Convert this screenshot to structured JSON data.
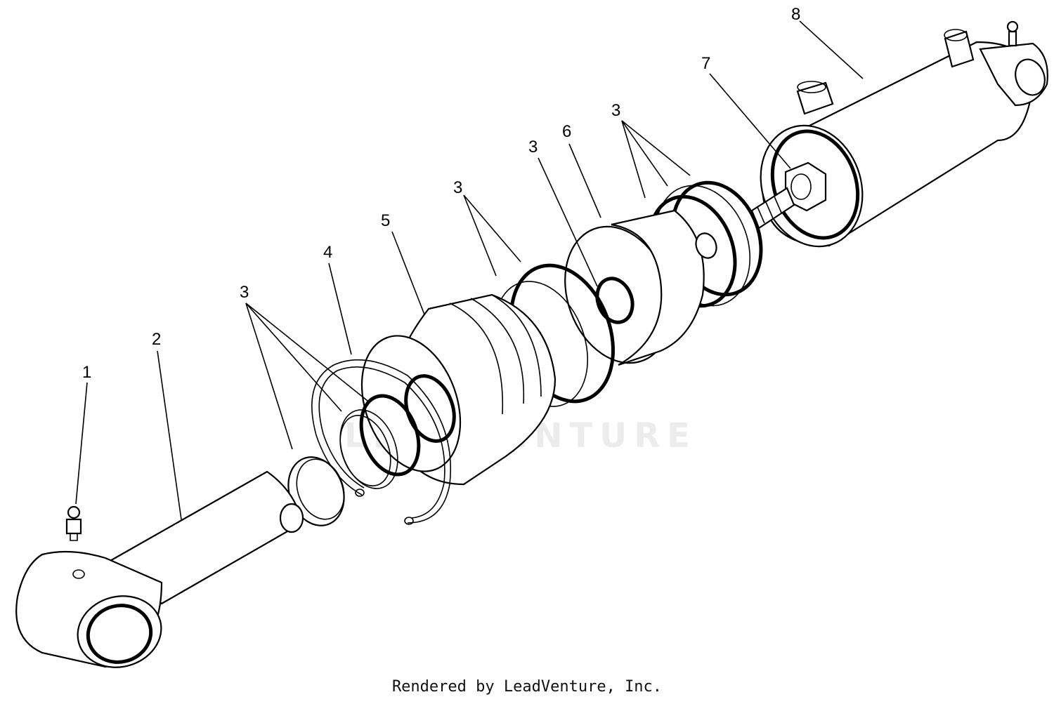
{
  "callouts": {
    "c1": "1",
    "c2": "2",
    "c3a": "3",
    "c4": "4",
    "c5": "5",
    "c3b": "3",
    "c3c": "3",
    "c6": "6",
    "c3d": "3",
    "c7": "7",
    "c8": "8"
  },
  "watermark": "LEADVENTURE",
  "credit": "Rendered by LeadVenture, Inc."
}
